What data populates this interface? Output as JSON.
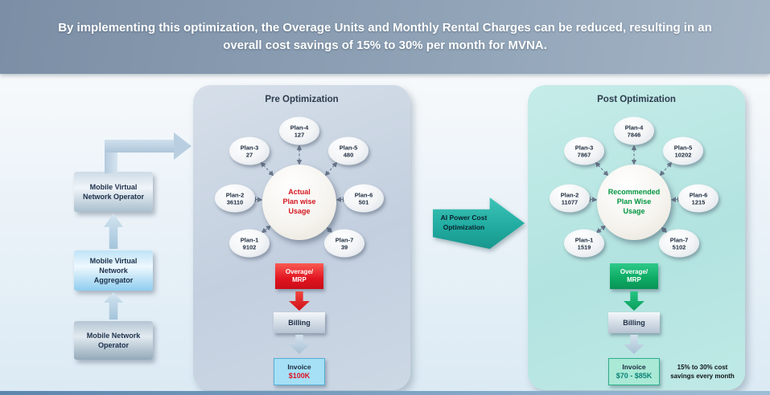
{
  "banner": {
    "text": "By implementing this optimization, the Overage Units and Monthly Rental Charges can be reduced, resulting in an overall cost savings of 15% to 30% per month for MVNA."
  },
  "left_flow": {
    "mvno": "Mobile Virtual Network Operator",
    "mvna": "Mobile Virtual Network Aggregator",
    "mno": "Mobile Network Operator"
  },
  "mid_arrow": {
    "label": "AI Power Cost Optimization"
  },
  "pre": {
    "title": "Pre Optimization",
    "hub_lines": [
      "Actual",
      "Plan wise",
      "Usage"
    ],
    "plans": [
      {
        "name": "Plan-1",
        "value": "9102"
      },
      {
        "name": "Plan-2",
        "value": "36110"
      },
      {
        "name": "Plan-3",
        "value": "27"
      },
      {
        "name": "Plan-4",
        "value": "127"
      },
      {
        "name": "Plan-5",
        "value": "480"
      },
      {
        "name": "Plan-6",
        "value": "501"
      },
      {
        "name": "Plan-7",
        "value": "39"
      }
    ],
    "overage_label": "Overage/ MRP",
    "billing_label": "Billing",
    "invoice_label": "Invoice",
    "invoice_value": "$100K"
  },
  "post": {
    "title": "Post Optimization",
    "hub_lines": [
      "Recommended",
      "Plan Wise",
      "Usage"
    ],
    "plans": [
      {
        "name": "Plan-1",
        "value": "1519"
      },
      {
        "name": "Plan-2",
        "value": "11077"
      },
      {
        "name": "Plan-3",
        "value": "7867"
      },
      {
        "name": "Plan-4",
        "value": "7846"
      },
      {
        "name": "Plan-5",
        "value": "10202"
      },
      {
        "name": "Plan-6",
        "value": "1215"
      },
      {
        "name": "Plan-7",
        "value": "5102"
      }
    ],
    "overage_label": "Overage/ MRP",
    "billing_label": "Billing",
    "invoice_label": "Invoice",
    "invoice_value": "$70 - $85K",
    "savings_note": "15% to 30% cost savings every month"
  },
  "colors": {
    "accent_red": "#e01020",
    "accent_green": "#00a050",
    "teal_arrow": "#22aca1"
  }
}
